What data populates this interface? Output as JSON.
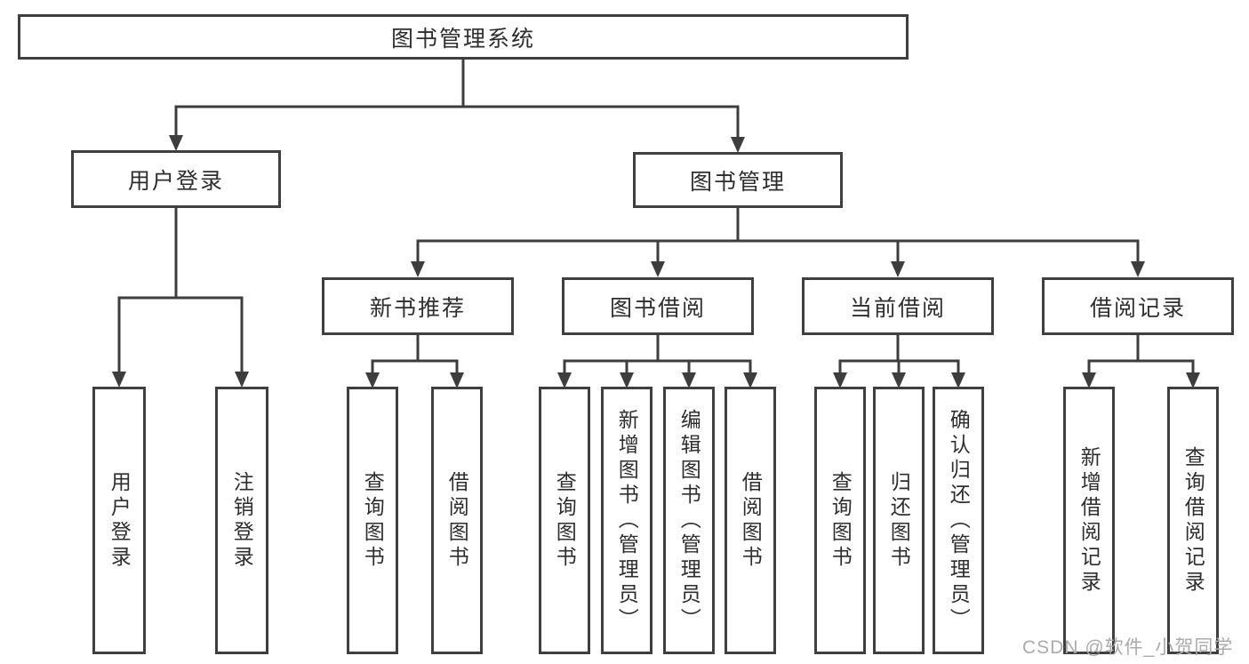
{
  "diagram": {
    "title": "图书管理系统",
    "branches": [
      {
        "label": "用户登录",
        "leaves": [
          "用户登录",
          "注销登录"
        ]
      },
      {
        "label": "图书管理",
        "sections": [
          {
            "label": "新书推荐",
            "leaves": [
              "查询图书",
              "借阅图书"
            ]
          },
          {
            "label": "图书借阅",
            "leaves": [
              "查询图书",
              "新增图书（管理员）",
              "编辑图书（管理员）",
              "借阅图书"
            ]
          },
          {
            "label": "当前借阅",
            "leaves": [
              "查询图书",
              "归还图书",
              "确认归还（管理员）"
            ]
          },
          {
            "label": "借阅记录",
            "leaves": [
              "新增借阅记录",
              "查询借阅记录"
            ]
          }
        ]
      }
    ]
  },
  "watermark": {
    "text": "CSDN @软件_小贺同学"
  },
  "colors": {
    "line": "#3d3d3d",
    "border": "#3f3f3f",
    "text": "#2e2e2e",
    "watermark": "#ababab",
    "background": "#ffffff"
  }
}
